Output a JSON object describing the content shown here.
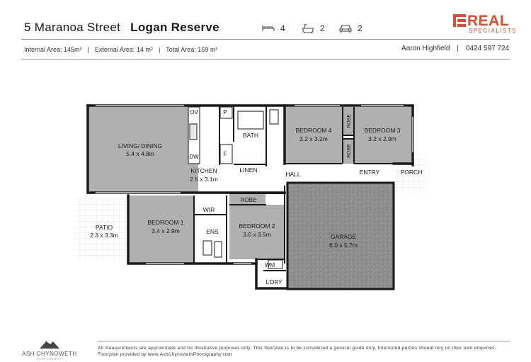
{
  "header": {
    "address": "5 Maranoa Street",
    "suburb": "Logan Reserve",
    "features": [
      {
        "icon": "bed-icon",
        "count": "4"
      },
      {
        "icon": "bath-icon",
        "count": "2"
      },
      {
        "icon": "car-icon",
        "count": "2"
      }
    ],
    "brand": {
      "name": "REAL",
      "tagline": "SPECIALISTS",
      "color": "#e04a2f"
    }
  },
  "areas": {
    "internal": "Internal Area: 145m²",
    "external": "External Area: 14 m²",
    "total": "Total Area: 159 m²",
    "separator": "|"
  },
  "agent": {
    "name": "Aaron Highfield",
    "separator": "|",
    "phone": "0424 597 724"
  },
  "plan": {
    "colors": {
      "room_grey": "#b0b0b0",
      "garage_gravel": "#8e8e8e",
      "wall": "#1a1a1a",
      "floor": "#ffffff"
    },
    "rooms": {
      "living": {
        "name": "LIVING/ DINING",
        "size": "5.4 x 4.8m"
      },
      "kitchen": {
        "name": "KITCHEN",
        "size": "2.5 x 3.1m"
      },
      "bath": {
        "name": "BATH"
      },
      "linen": {
        "name": "LINEN"
      },
      "bedroom4": {
        "name": "BEDROOM 4",
        "size": "3.2 x 3.2m"
      },
      "bedroom3": {
        "name": "BEDROOM 3",
        "size": "3.2 x 2.9m"
      },
      "robe_vertical": "ROBE",
      "robe_vertical_2": "ROBE",
      "hall": {
        "name": "HALL"
      },
      "entry": {
        "name": "ENTRY"
      },
      "porch": {
        "name": "PORCH"
      },
      "patio": {
        "name": "PATIO",
        "size": "2.3 x 3.3m"
      },
      "bedroom1": {
        "name": "BEDROOM 1",
        "size": "3.4 x 2.9m"
      },
      "wir": {
        "name": "WIR"
      },
      "ens": {
        "name": "ENS"
      },
      "robe_b2": "ROBE",
      "bedroom2": {
        "name": "BEDROOM 2",
        "size": "3.0 x 3.5m"
      },
      "garage": {
        "name": "GARAGE",
        "size": "6.0 x 5.7m"
      },
      "wm": {
        "name": "WM"
      },
      "ldry": {
        "name": "L'DRY"
      }
    },
    "fixtures": {
      "ov": "OV",
      "p": "P",
      "dw": "DW",
      "f": "F"
    }
  },
  "footer": {
    "photographer": "ASH CHYNOWETH",
    "photographer_sub": "PHOTOGRAPHY",
    "disclaimer": "All measurements are approximate and for illustrative purposes only. This floorplan is to be considered a general guide only. Interested parties should rely on their own enquiries. Floorplan provided by www.AshChynowethPhotography.com"
  }
}
